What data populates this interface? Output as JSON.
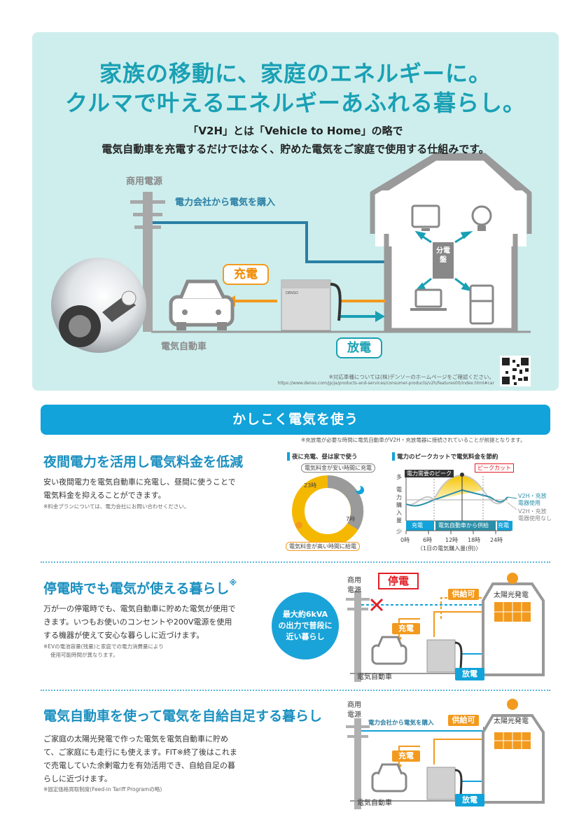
{
  "hero": {
    "title_line1": "家族の移動に、家庭のエネルギーに。",
    "title_line2": "クルマで叶えるエネルギーあふれる暮らし。",
    "sub_line1": "「V2H」とは「Vehicle to Home」の略で",
    "sub_line2": "電気自動車を充電するだけではなく、貯めた電気をご家庭で使用する仕組みです。",
    "label_commercial_power": "商用電源",
    "label_buy_power": "電力会社から電気を購入",
    "label_charge": "充電",
    "label_discharge": "放電",
    "label_ev": "電気自動車",
    "label_panel": "分電盤",
    "brand_on_unit": "DENSO",
    "note_line1": "※対応車種については(株)デンソーのホームページをご確認ください。",
    "note_line2": "https://www.denso.com/jp/ja/products-and-services/consumer-products/v2h/features00/index.html#car"
  },
  "section": {
    "title": "かしこく電気を使う",
    "note": "※充放電が必要な時間に電気自動車がV2H・充放電器に接続されていることが前提となります。"
  },
  "feature1": {
    "title": "夜間電力を活用し電気料金を低減",
    "body_line1": "安い夜間電力を電気自動車に充電し、昼間に使うことで",
    "body_line2": "電気料金を抑えることができます。",
    "note": "※料金プランについては、電力会社にお問い合わせください。",
    "chart1": {
      "heading": "夜に充電、昼は家で使う",
      "label_cheap": "電気料金が安い時間に充電",
      "label_23": "23時",
      "label_7": "7時",
      "label_expensive": "電気料金が高い時間に給電"
    },
    "chart2": {
      "heading": "電力のピークカットで電気料金を節約",
      "label_peak_demand": "電力需要のピーク",
      "label_peak_cut": "ピークカット",
      "y_axis_top": "多",
      "y_axis_mid": "電力購入量",
      "y_axis_bottom": "少",
      "legend_with": "V2H・充放電器使用",
      "legend_without": "V2H・充放電器使用なし",
      "band_charge1": "充電",
      "band_supply": "電気自動車から供給",
      "band_charge2": "充電",
      "ticks": [
        "0時",
        "6時",
        "12時",
        "18時",
        "24時"
      ],
      "xlabel": "〈1日の電気購入量(例)〉"
    }
  },
  "feature2": {
    "title": "停電時でも電気が使える暮らし",
    "title_mark": "※",
    "body_line1": "万が一の停電時でも、電気自動車に貯めた電気が使用で",
    "body_line2": "きます。いつもお使いのコンセントや200V電源を使用",
    "body_line3": "する機器が使えて安心な暮らしに近づけます。",
    "note_line1": "※EVの電池容量(残量)と家庭での電力消費量により",
    "note_line2": "使用可能時間が異なります。",
    "badge_line1": "最大約6kVA",
    "badge_line2": "の出力で普段に",
    "badge_line3": "近い暮らし",
    "diagram": {
      "commercial_l1": "商用",
      "commercial_l2": "電源",
      "outage": "停電",
      "supply": "供給可",
      "solar": "太陽光発電",
      "charge": "充電",
      "ev": "電気自動車",
      "discharge": "放電"
    }
  },
  "feature3": {
    "title": "電気自動車を使って電気を自給自足する暮らし",
    "body_line1": "ご家庭の太陽光発電で作った電気を電気自動車に貯め",
    "body_line2": "て、ご家庭にも走行にも使えます。FIT※終了後はこれま",
    "body_line3": "で売電していた余剰電力を有効活用でき、自給自足の暮",
    "body_line4": "らしに近づけます。",
    "note": "※固定価格買取制度(Feed-in Tariff Programの略)",
    "diagram": {
      "commercial_l1": "商用",
      "commercial_l2": "電源",
      "buy": "電力会社から電気を購入",
      "supply": "供給可",
      "solar": "太陽光発電",
      "charge": "充電",
      "ev": "電気自動車",
      "discharge": "放電"
    }
  },
  "colors": {
    "teal": "#1aa0b4",
    "orange": "#f29a1e",
    "blue": "#11a3da",
    "red": "#e21f26",
    "hero_bg": "#cdeeed"
  }
}
